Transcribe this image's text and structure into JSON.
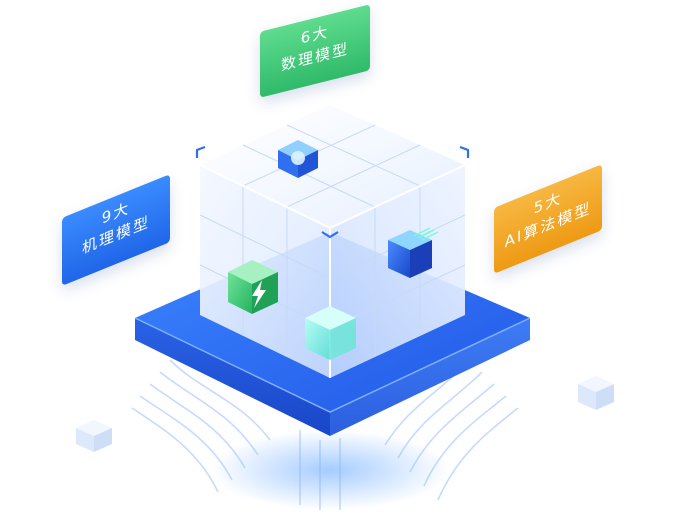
{
  "tags": {
    "data_models": {
      "line1": "6大",
      "line2": "数理模型"
    },
    "mechanism_models": {
      "line1": "9大",
      "line2": "机理模型"
    },
    "ai_models": {
      "line1": "5大",
      "line2": "AI算法模型"
    }
  },
  "colors": {
    "platform": "#2f6ff0",
    "data_models_tag": "#3cc877",
    "mechanism_models_tag": "#2a78f5",
    "ai_models_tag": "#f2a92a",
    "glass": "#e6efff"
  },
  "icons": [
    "lightning-icon",
    "chip-icon",
    "cube-icon"
  ]
}
